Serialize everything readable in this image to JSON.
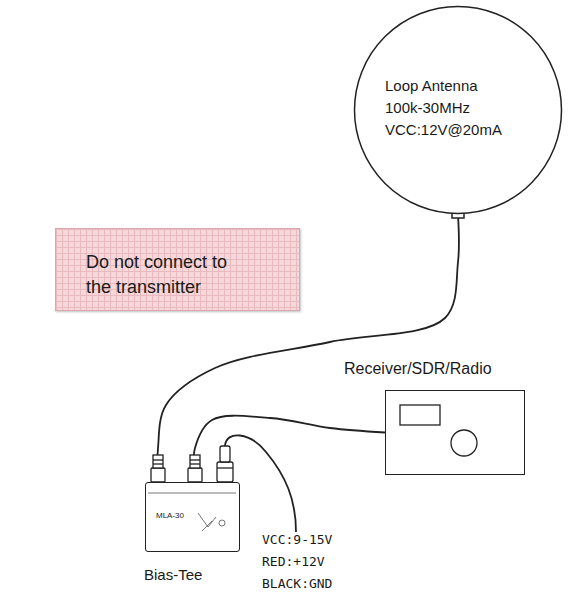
{
  "diagram": {
    "nodes": [
      {
        "text": [
          "Loop Antenna",
          "100k-30MHz",
          "VCC:12V@20mA"
        ]
      },
      {
        "text": [
          "Do not connect to the transmitter"
        ]
      },
      {
        "text": [
          "Receiver/SDR/Radio"
        ]
      },
      {
        "text": [
          "Bias-Tee",
          "MLA-30"
        ]
      }
    ],
    "edges": [
      {
        "from": 0,
        "to": 3,
        "arrow": "none"
      },
      {
        "from": 3,
        "to": 2,
        "arrow": "none"
      }
    ],
    "labels": [
      "VCC:9-15V",
      "RED:+12V",
      "BLACK:GND"
    ]
  }
}
